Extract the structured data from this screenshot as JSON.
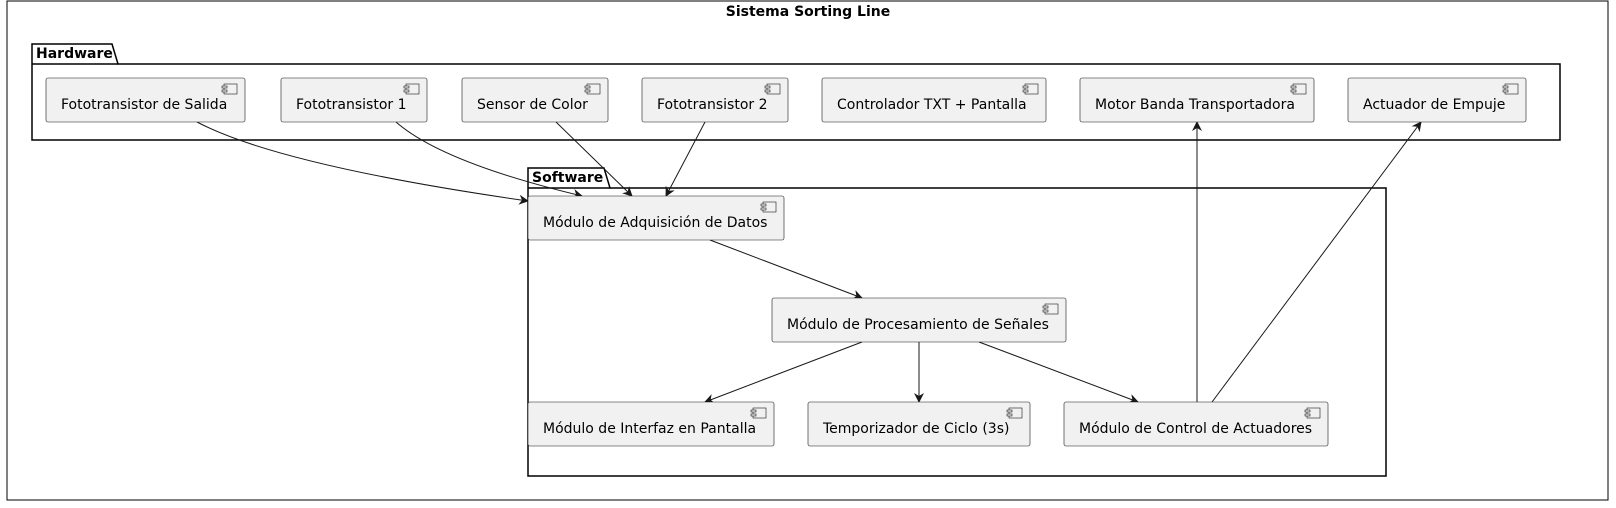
{
  "diagram": {
    "title": "Sistema Sorting Line",
    "packages": [
      {
        "id": "hardware",
        "label": "Hardware"
      },
      {
        "id": "software",
        "label": "Software"
      }
    ],
    "components": [
      {
        "id": "fs",
        "label": "Fototransistor de Salida",
        "package": "hardware"
      },
      {
        "id": "f1",
        "label": "Fototransistor 1",
        "package": "hardware"
      },
      {
        "id": "sc",
        "label": "Sensor de Color",
        "package": "hardware"
      },
      {
        "id": "f2",
        "label": "Fototransistor 2",
        "package": "hardware"
      },
      {
        "id": "ctrl",
        "label": "Controlador TXT + Pantalla",
        "package": "hardware"
      },
      {
        "id": "motor",
        "label": "Motor Banda Transportadora",
        "package": "hardware"
      },
      {
        "id": "act",
        "label": "Actuador de Empuje",
        "package": "hardware"
      },
      {
        "id": "adq",
        "label": "Módulo de Adquisición de Datos",
        "package": "software"
      },
      {
        "id": "proc",
        "label": "Módulo de Procesamiento de Señales",
        "package": "software"
      },
      {
        "id": "ui",
        "label": "Módulo de Interfaz en Pantalla",
        "package": "software"
      },
      {
        "id": "timer",
        "label": "Temporizador de Ciclo (3s)",
        "package": "software"
      },
      {
        "id": "ctl",
        "label": "Módulo de Control de Actuadores",
        "package": "software"
      }
    ],
    "edges": [
      {
        "from": "fs",
        "to": "adq"
      },
      {
        "from": "f1",
        "to": "adq"
      },
      {
        "from": "sc",
        "to": "adq"
      },
      {
        "from": "f2",
        "to": "adq"
      },
      {
        "from": "adq",
        "to": "proc"
      },
      {
        "from": "proc",
        "to": "ui"
      },
      {
        "from": "proc",
        "to": "timer"
      },
      {
        "from": "proc",
        "to": "ctl"
      },
      {
        "from": "ctl",
        "to": "motor"
      },
      {
        "from": "ctl",
        "to": "act"
      }
    ]
  }
}
